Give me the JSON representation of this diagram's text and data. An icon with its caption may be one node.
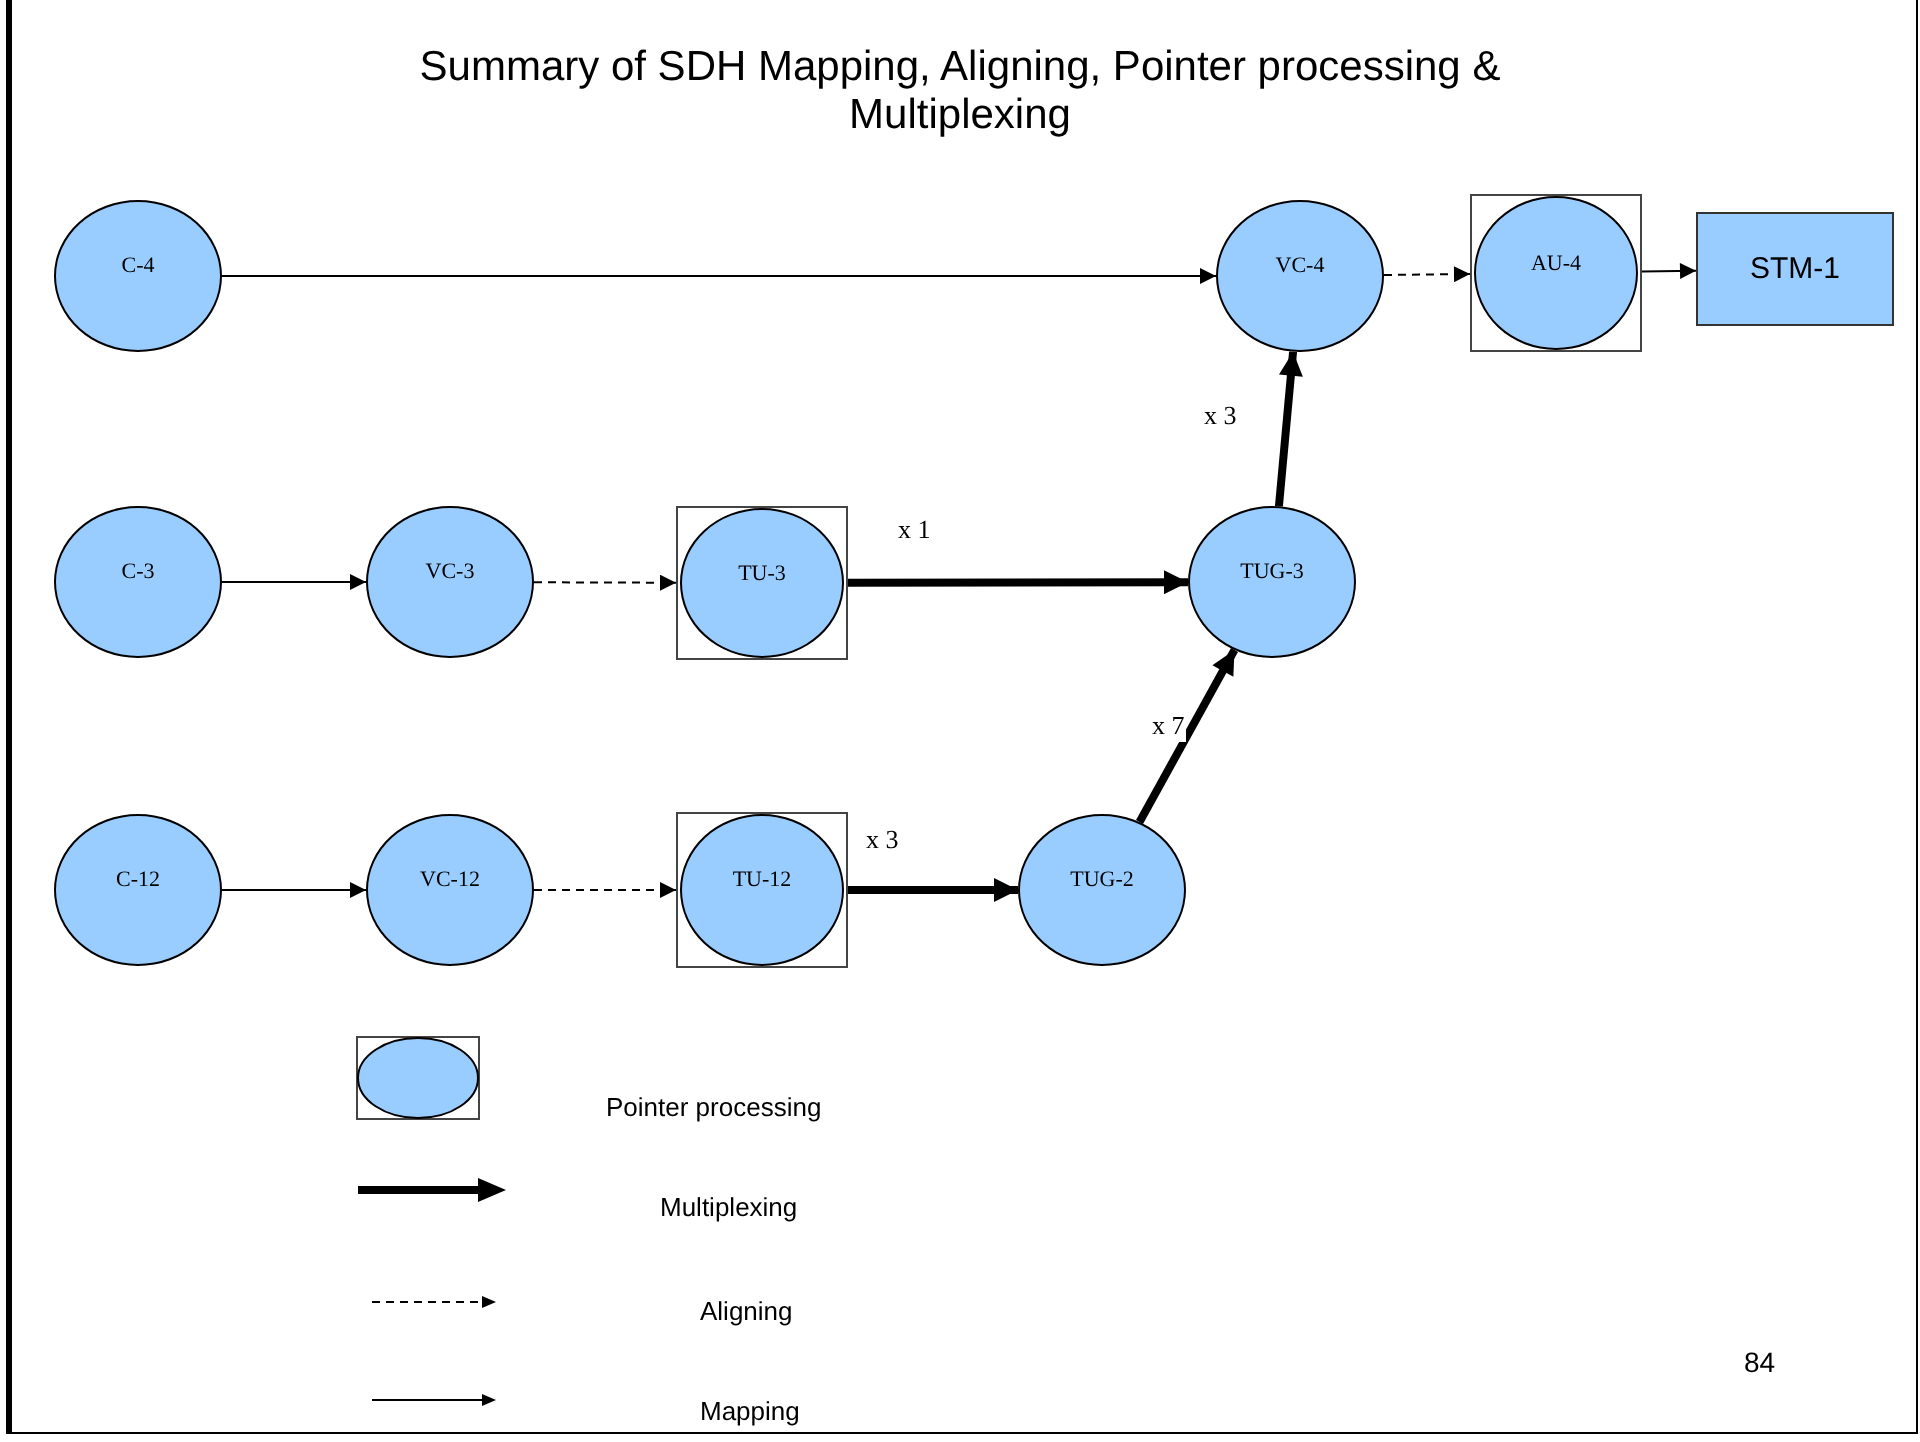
{
  "diagram": {
    "title": "Summary of SDH Mapping, Aligning, Pointer processing & Multiplexing",
    "nodes": [
      {
        "text": [
          "C-4"
        ]
      },
      {
        "text": [
          "VC-4"
        ]
      },
      {
        "text": [
          "AU-4"
        ]
      },
      {
        "text": [
          "STM-1"
        ]
      },
      {
        "text": [
          "C-3"
        ]
      },
      {
        "text": [
          "VC-3"
        ]
      },
      {
        "text": [
          "TU-3"
        ]
      },
      {
        "text": [
          "TUG-3"
        ]
      },
      {
        "text": [
          "C-12"
        ]
      },
      {
        "text": [
          "VC-12"
        ]
      },
      {
        "text": [
          "TU-12"
        ]
      },
      {
        "text": [
          "TUG-2"
        ]
      }
    ],
    "edges": [
      {
        "from": 0,
        "to": 1,
        "arrow": "to"
      },
      {
        "from": 1,
        "to": 2,
        "arrow": "to",
        "style": "dashed"
      },
      {
        "from": 2,
        "to": 3,
        "arrow": "to"
      },
      {
        "from": 4,
        "to": 5,
        "arrow": "to"
      },
      {
        "from": 5,
        "to": 6,
        "arrow": "to",
        "style": "dashed"
      },
      {
        "from": 6,
        "to": 7,
        "arrow": "to",
        "style": "thick",
        "label": "x 1"
      },
      {
        "from": 7,
        "to": 1,
        "arrow": "to",
        "style": "thick",
        "label": "x 3"
      },
      {
        "from": 8,
        "to": 9,
        "arrow": "to"
      },
      {
        "from": 9,
        "to": 10,
        "arrow": "to",
        "style": "dashed"
      },
      {
        "from": 10,
        "to": 11,
        "arrow": "to",
        "style": "thick",
        "label": "x 3"
      },
      {
        "from": 11,
        "to": 7,
        "arrow": "to",
        "style": "thick",
        "label": "x 7"
      }
    ],
    "labels": [
      "84"
    ],
    "legend": [
      {
        "text": "Pointer processing"
      },
      {
        "text": "Multiplexing"
      },
      {
        "text": "Aligning"
      },
      {
        "text": "Mapping"
      }
    ]
  }
}
